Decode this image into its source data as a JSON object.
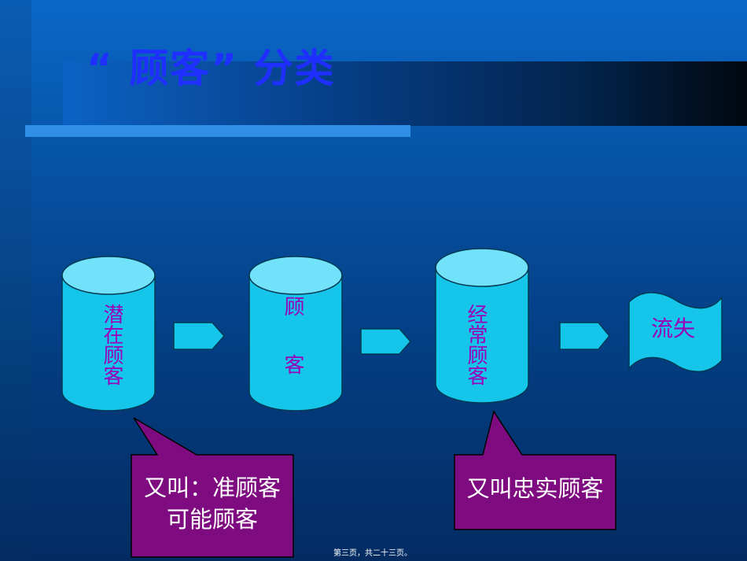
{
  "title": "“ 顾客” 分类",
  "nodes": {
    "potential": {
      "label": "潜在顾客"
    },
    "customer": {
      "label_top": "顾",
      "label_bottom": "客"
    },
    "regular": {
      "label": "经常顾客"
    },
    "lost": {
      "label": "流失"
    }
  },
  "callouts": {
    "potential": {
      "line1": "又叫：准顾客",
      "line2": "可能顾客"
    },
    "regular": {
      "line1": "又叫忠实顾客"
    }
  },
  "footer": "第三页，共二十三页。",
  "colors": {
    "cylinder_fill": "#16c6ea",
    "cylinder_top": "#72e2fb",
    "node_text": "#9a00b8",
    "callout_fill": "#7e0c80",
    "title_text": "#1f2fff"
  }
}
